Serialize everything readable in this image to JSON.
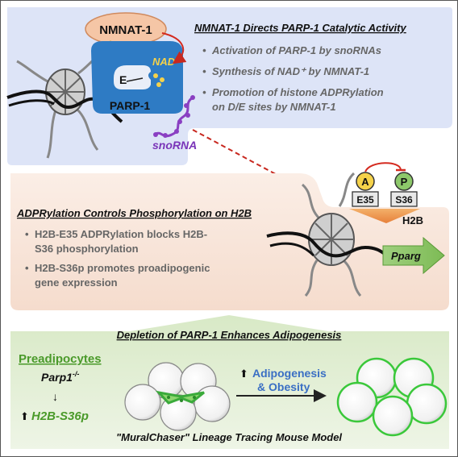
{
  "top_panel": {
    "title": "NMNAT-1 Directs PARP-1 Catalytic Activity",
    "bullets": [
      "Activation of PARP-1 by snoRNAs",
      "Synthesis of NAD⁺ by NMNAT-1",
      "Promotion of histone ADPRylation",
      "on D/E sites by NMNAT-1"
    ],
    "labels": {
      "nmnat": "NMNAT-1",
      "nad": "NAD⁺",
      "residue": "E",
      "parp": "PARP-1",
      "snorna": "snoRNA"
    }
  },
  "middle_panel": {
    "title": "ADPRylation Controls Phosphorylation on H2B",
    "bullets": [
      "H2B-E35 ADPRylation blocks H2B-",
      "S36 phosphorylation",
      "H2B-S36p promotes proadipogenic",
      "gene expression"
    ],
    "labels": {
      "a": "A",
      "p": "P",
      "e35": "E35",
      "s36": "S36",
      "h2b": "H2B",
      "gene": "Pparg"
    }
  },
  "bottom_panel": {
    "title": "Depletion of PARP-1 Enhances Adipogenesis",
    "preadipocytes": "Preadipocytes",
    "genotype_base": "Parp1",
    "genotype_sup": "-/-",
    "arrow_down": "↓",
    "up_arrow": "⬆",
    "h2b_up": "H2B-S36p",
    "outcome_line1": "Adipogenesis",
    "outcome_line2": "& Obesity",
    "footer": "\"MuralChaser\" Lineage Tracing Mouse Model"
  },
  "colors": {
    "top_bg": "#dde4f7",
    "mid_bg": "#f9e6dc",
    "bottom_bg": "#e4efd8",
    "parp_blue": "#2e7bc4",
    "nmnat_orange": "#f5c6a6",
    "green_text": "#4a9a2a",
    "blue_text": "#3a6fc4",
    "red_arrow": "#c8281f",
    "gold": "#f5d24a"
  },
  "icons": [
    "nucleosome-icon",
    "enzyme-icon",
    "rna-icon",
    "cell-icon",
    "arrow-icon"
  ]
}
